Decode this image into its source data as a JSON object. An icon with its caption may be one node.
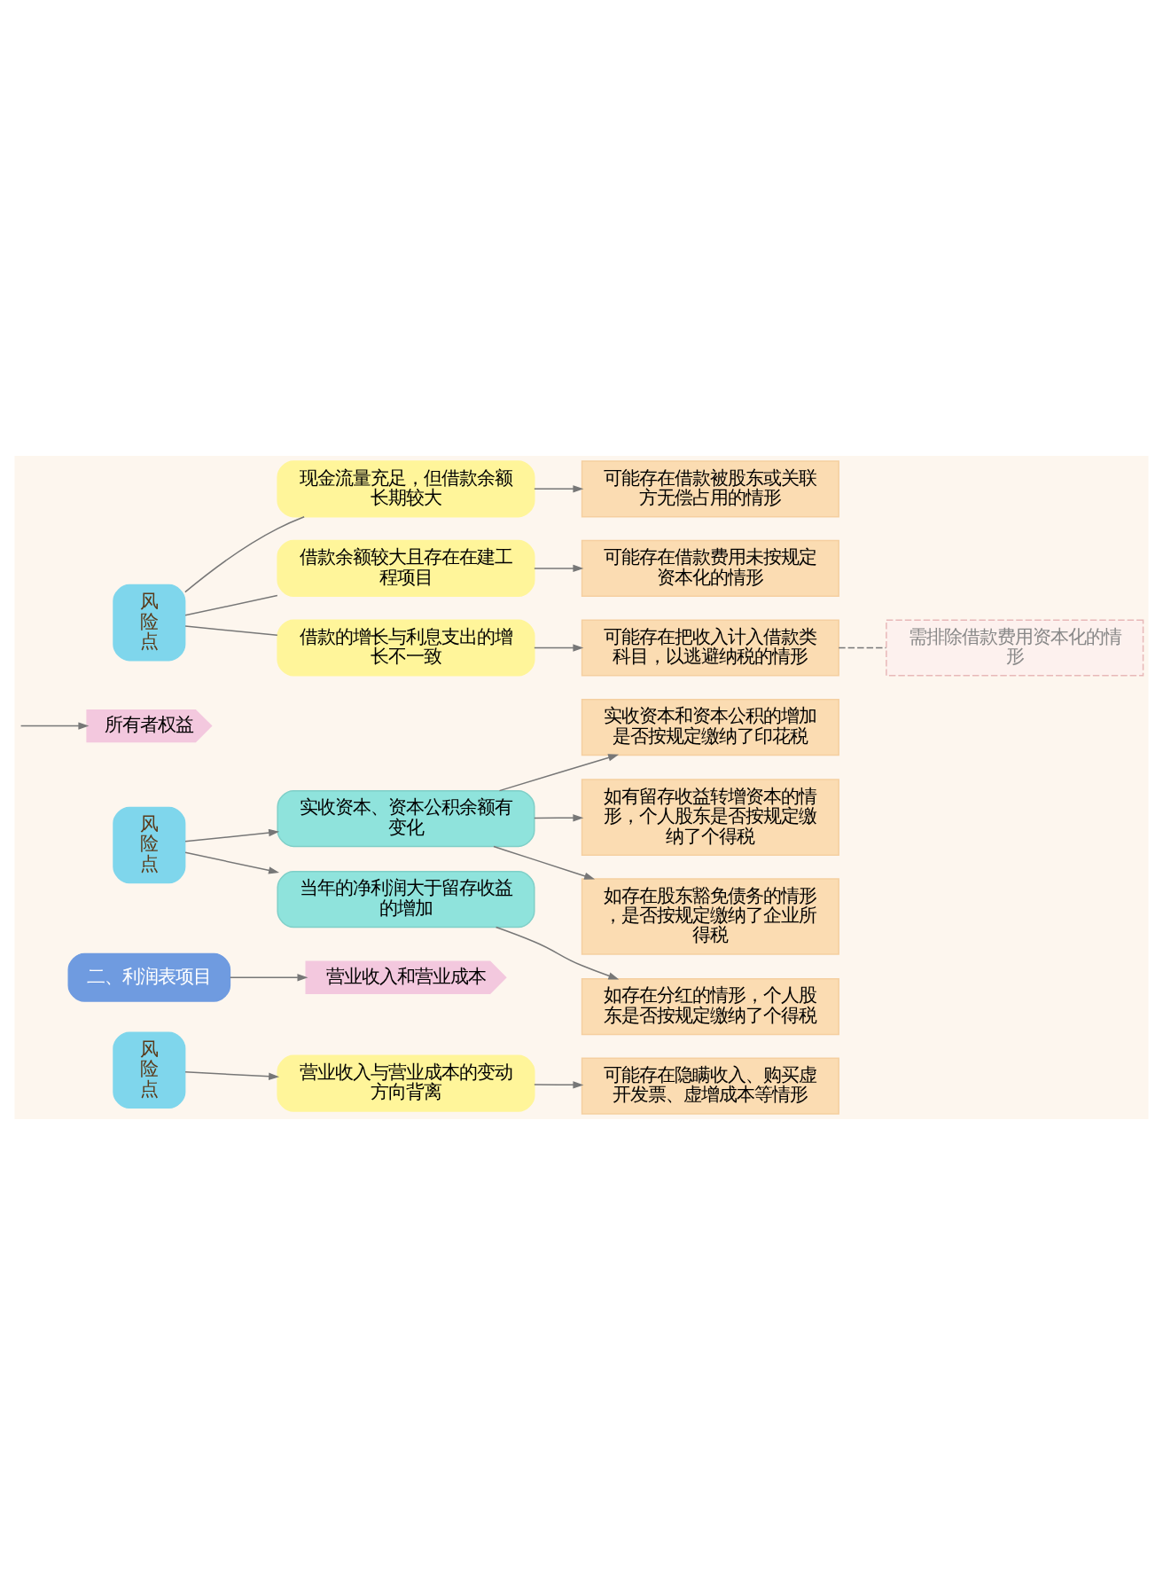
{
  "diagram": {
    "nodes": [
      {
        "text": [
          "风险点"
        ]
      },
      {
        "text": [
          "现金流量充足，但借款余额长期较大"
        ]
      },
      {
        "text": [
          "借款余额较大且存在在建工程项目"
        ]
      },
      {
        "text": [
          "借款的增长与利息支出的增长不一致"
        ]
      },
      {
        "text": [
          "可能存在借款被股东或关联方无偿占用的情形"
        ]
      },
      {
        "text": [
          "可能存在借款费用未按规定资本化的情形"
        ]
      },
      {
        "text": [
          "可能存在把收入计入借款类科目，以逃避纳税的情形"
        ]
      },
      {
        "text": [
          "需排除借款费用资本化的情形"
        ]
      },
      {
        "text": [
          "所有者权益"
        ]
      },
      {
        "text": [
          "风险点"
        ]
      },
      {
        "text": [
          "实收资本、资本公积余额有变化"
        ]
      },
      {
        "text": [
          "当年的净利润大于留存收益的增加"
        ]
      },
      {
        "text": [
          "实收资本和资本公积的增加是否按规定缴纳了印花税"
        ]
      },
      {
        "text": [
          "如有留存收益转增资本的情形，个人股东是否按规定缴纳了个得税"
        ]
      },
      {
        "text": [
          "如存在股东豁免债务的情形，是否按规定缴纳了企业所得税"
        ]
      },
      {
        "text": [
          "如存在分红的情形，个人股东是否按规定缴纳了个得税"
        ]
      },
      {
        "text": [
          "二、利润表项目"
        ]
      },
      {
        "text": [
          "营业收入和营业成本"
        ]
      },
      {
        "text": [
          "风险点"
        ]
      },
      {
        "text": [
          "营业收入与营业成本的变动方向背离"
        ]
      },
      {
        "text": [
          "可能存在隐瞒收入、购买虚开发票、虚增成本等情形"
        ]
      }
    ],
    "edges": [
      {
        "from": 0,
        "to": 1,
        "arrow": "none"
      },
      {
        "from": 0,
        "to": 2,
        "arrow": "none"
      },
      {
        "from": 0,
        "to": 3,
        "arrow": "none"
      },
      {
        "from": 1,
        "to": 4,
        "arrow": "to"
      },
      {
        "from": 2,
        "to": 5,
        "arrow": "to"
      },
      {
        "from": 3,
        "to": 6,
        "arrow": "to"
      },
      {
        "from": 6,
        "to": 7,
        "arrow": "none",
        "style": "dashed"
      },
      {
        "from": null,
        "to": 8,
        "arrow": "to"
      },
      {
        "from": 9,
        "to": 10,
        "arrow": "to"
      },
      {
        "from": 9,
        "to": 11,
        "arrow": "to"
      },
      {
        "from": 10,
        "to": 12,
        "arrow": "to"
      },
      {
        "from": 10,
        "to": 13,
        "arrow": "to"
      },
      {
        "from": 10,
        "to": 14,
        "arrow": "to"
      },
      {
        "from": 11,
        "to": 15,
        "arrow": "to"
      },
      {
        "from": 16,
        "to": 17,
        "arrow": "to"
      },
      {
        "from": 18,
        "to": 19,
        "arrow": "to"
      },
      {
        "from": 19,
        "to": 20,
        "arrow": "to"
      }
    ]
  }
}
